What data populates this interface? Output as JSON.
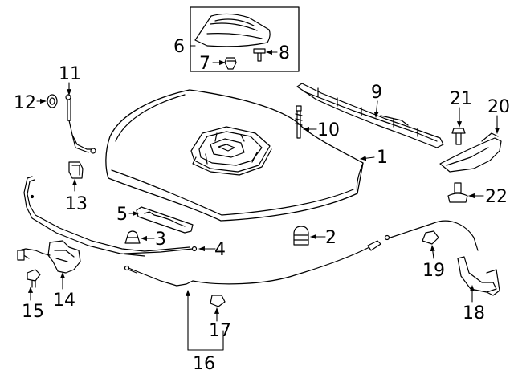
{
  "diagram": {
    "callouts": [
      "1",
      "2",
      "3",
      "4",
      "5",
      "6",
      "7",
      "8",
      "9",
      "10",
      "11",
      "12",
      "13",
      "14",
      "15",
      "16",
      "17",
      "18",
      "19",
      "20",
      "21",
      "22"
    ],
    "line_color": "#000000",
    "part_fill": "#ffffff"
  }
}
